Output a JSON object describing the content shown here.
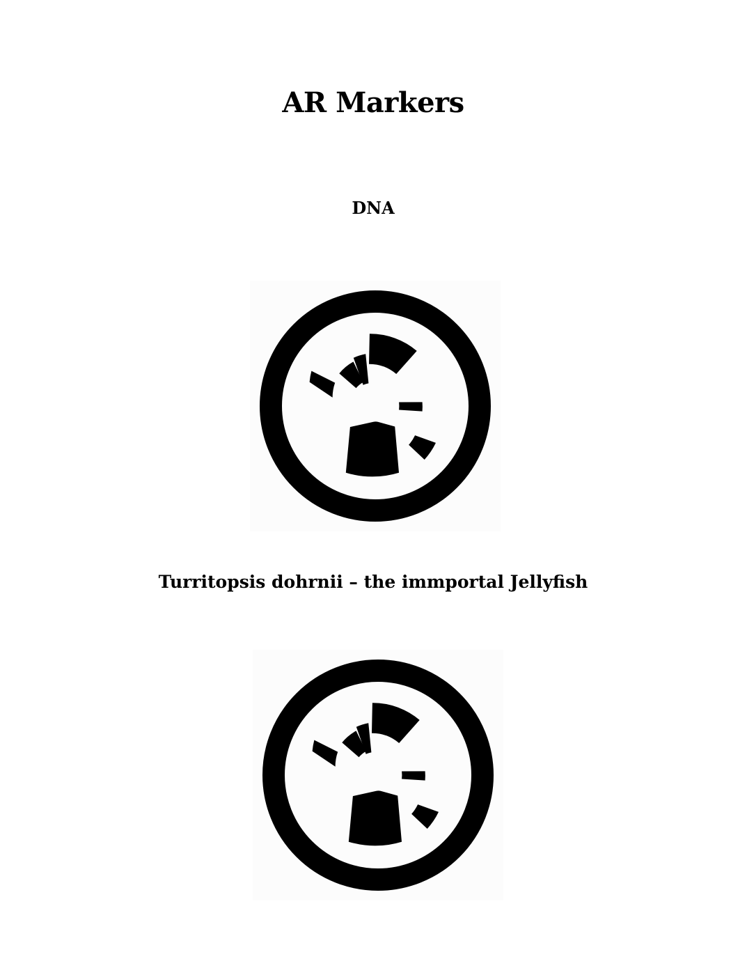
{
  "document": {
    "title": "AR Markers",
    "sections": [
      {
        "heading": "DNA",
        "marker_icon": "ar-marker-icon"
      },
      {
        "heading": "Turritopsis dohrnii – the immportal Jellyfish",
        "marker_icon": "ar-marker-icon"
      }
    ]
  },
  "colors": {
    "marker_ink": "#000000",
    "marker_background": "#fcfcfc",
    "page_background": "#ffffff"
  }
}
